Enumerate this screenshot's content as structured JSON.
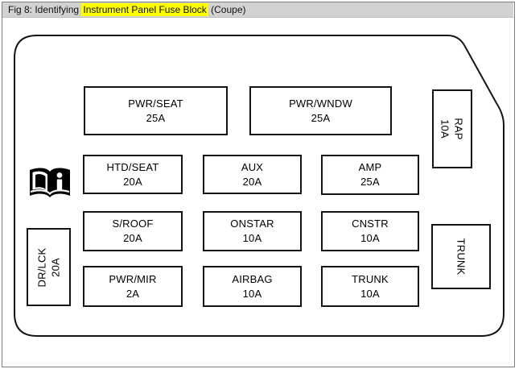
{
  "header": {
    "title_prefix": "Fig 8: Identifying ",
    "title_highlight": "Instrument Panel Fuse Block",
    "title_suffix": " (Coupe)",
    "highlight_color": "#ffff00",
    "bar_color": "#d2d2d2",
    "frame_border_color": "#7d7d7d"
  },
  "diagram": {
    "line_color": "#141414",
    "icons": [
      {
        "name": "owners-manual-book-icon",
        "meaning": "see owner's manual information symbol"
      }
    ],
    "fuses": [
      {
        "label": "PWR/SEAT",
        "amp": "25A"
      },
      {
        "label": "PWR/WNDW",
        "amp": "25A"
      },
      {
        "label": "HTD/SEAT",
        "amp": "20A"
      },
      {
        "label": "AUX",
        "amp": "20A"
      },
      {
        "label": "AMP",
        "amp": "25A"
      },
      {
        "label": "S/ROOF",
        "amp": "20A"
      },
      {
        "label": "ONSTAR",
        "amp": "10A"
      },
      {
        "label": "CNSTR",
        "amp": "10A"
      },
      {
        "label": "PWR/MIR",
        "amp": "2A"
      },
      {
        "label": "AIRBAG",
        "amp": "10A"
      },
      {
        "label": "TRUNK",
        "amp": "10A"
      }
    ],
    "vertical_fuses": [
      {
        "label": "RAP",
        "amp": "10A",
        "rotation": "cw"
      },
      {
        "label": "TRUNK",
        "amp": "",
        "rotation": "cw"
      },
      {
        "label": "DR/LCK",
        "amp": "20A",
        "rotation": "ccw"
      }
    ]
  }
}
